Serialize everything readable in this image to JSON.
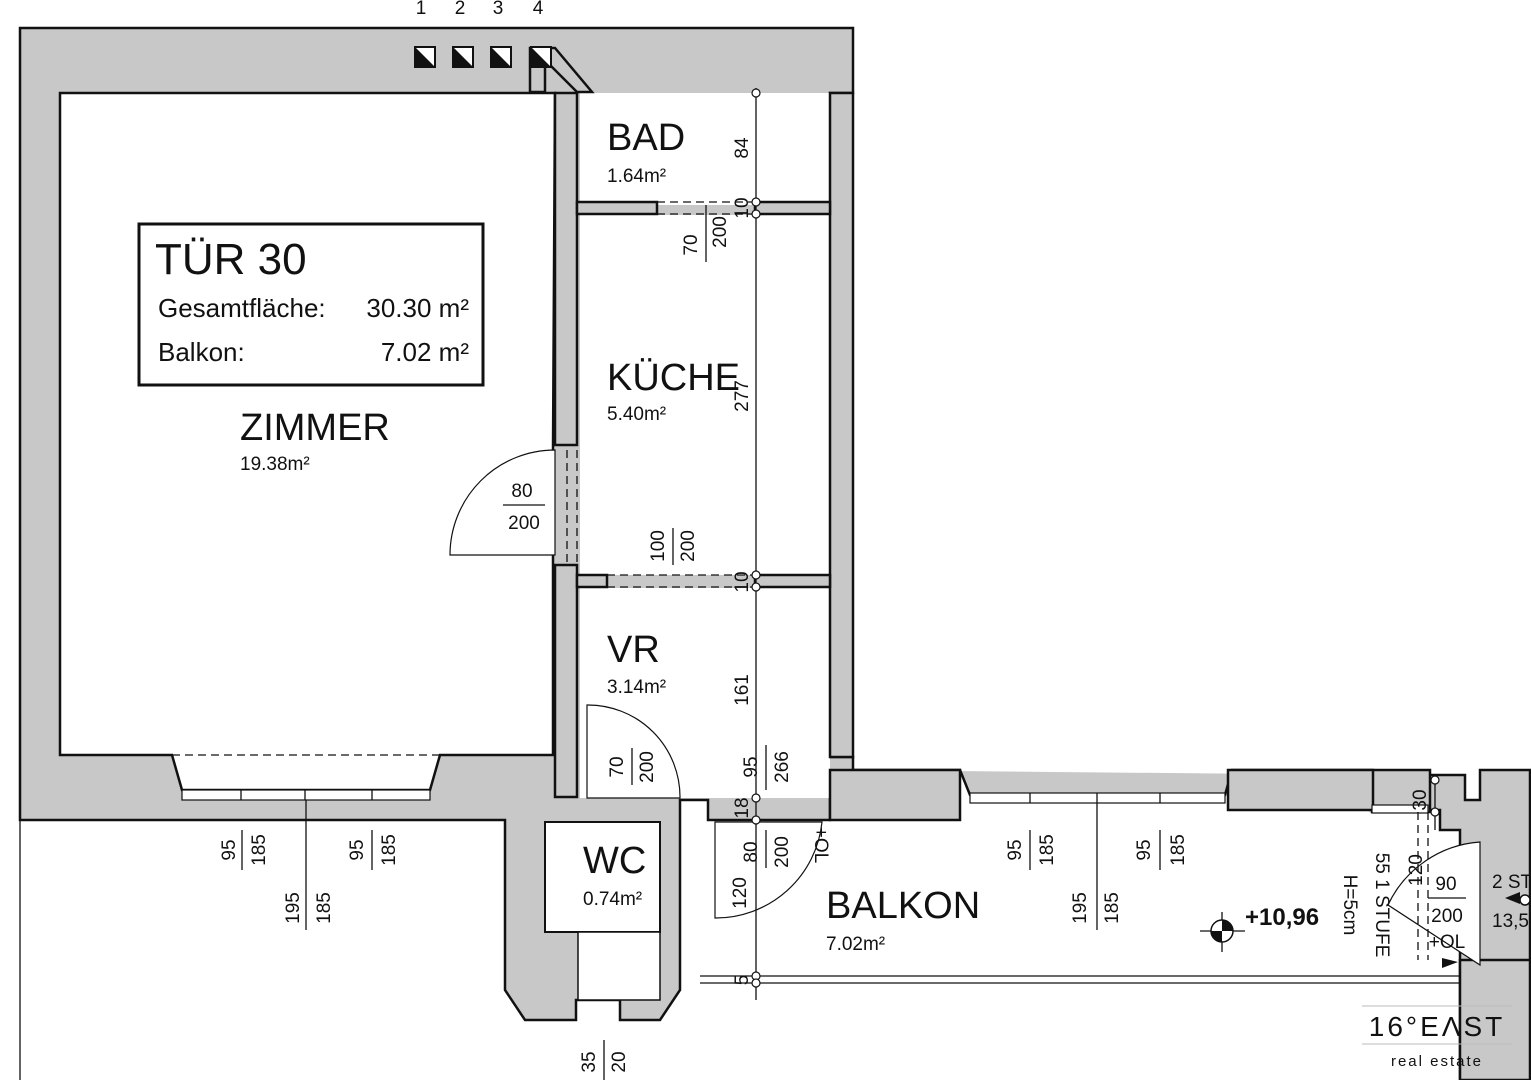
{
  "title_box": {
    "unit": "TÜR 30",
    "total_label": "Gesamtfläche:",
    "total_value": "30.30 m²",
    "balcony_label": "Balkon:",
    "balcony_value": "7.02 m²"
  },
  "rooms": {
    "zimmer": {
      "name": "ZIMMER",
      "area": "19.38m²"
    },
    "bad": {
      "name": "BAD",
      "area": "1.64m²"
    },
    "kueche": {
      "name": "KÜCHE",
      "area": "5.40m²"
    },
    "vr": {
      "name": "VR",
      "area": "3.14m²"
    },
    "wc": {
      "name": "WC",
      "area": "0.74m²"
    },
    "balkon": {
      "name": "BALKON",
      "area": "7.02m²"
    }
  },
  "shafts": [
    "1",
    "2",
    "3",
    "4"
  ],
  "level_marker": "+10,96",
  "stair": {
    "steps": "1 STUFE",
    "height": "H=5cm",
    "code": "55"
  },
  "dims": {
    "bad_h": "84",
    "bad_wall": "10",
    "bad_door_w": "70",
    "bad_door_h": "200",
    "kue_h": "277",
    "kue_wall": "10",
    "kue_door_w": "100",
    "kue_door_h": "200",
    "zim_door_w": "80",
    "zim_door_h": "200",
    "vr_h": "161",
    "vr_door_w": "70",
    "vr_door_h": "200",
    "vr_95": "95",
    "vr_266": "266",
    "vr_18": "18",
    "bal_door_w": "80",
    "bal_door_h": "200",
    "bal_door_ol": "+OL",
    "bal_door_120": "120",
    "bal_5": "5",
    "win1_a": "95",
    "win1_b": "185",
    "win1_c": "195",
    "win1_d": "185",
    "win2_a": "95",
    "win2_b": "185",
    "win3_a": "95",
    "win3_b": "185",
    "win3_c": "195",
    "win3_d": "185",
    "win4_a": "95",
    "win4_b": "185",
    "r30": "30",
    "r120": "120",
    "r90": "90",
    "r200": "200",
    "rol": "+OL",
    "edge_a": "2 ST",
    "edge_b": "13,5",
    "wc_35": "35",
    "wc_20": "20"
  },
  "logo": {
    "brand": "16°EΛST",
    "sub": "real estate"
  }
}
